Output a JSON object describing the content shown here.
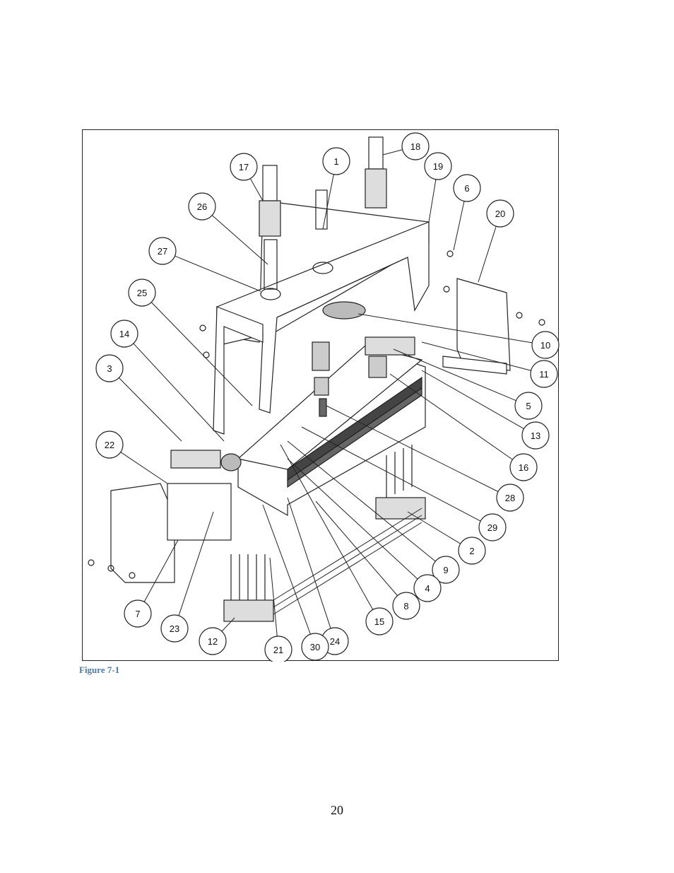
{
  "figure": {
    "caption": "Figure 7-1",
    "caption_color": "#4a7ab0",
    "callouts": [
      {
        "label": "17"
      },
      {
        "label": "1"
      },
      {
        "label": "18"
      },
      {
        "label": "19"
      },
      {
        "label": "6"
      },
      {
        "label": "26"
      },
      {
        "label": "20"
      },
      {
        "label": "27"
      },
      {
        "label": "25"
      },
      {
        "label": "14"
      },
      {
        "label": "10"
      },
      {
        "label": "11"
      },
      {
        "label": "3"
      },
      {
        "label": "5"
      },
      {
        "label": "13"
      },
      {
        "label": "22"
      },
      {
        "label": "16"
      },
      {
        "label": "28"
      },
      {
        "label": "29"
      },
      {
        "label": "2"
      },
      {
        "label": "9"
      },
      {
        "label": "4"
      },
      {
        "label": "8"
      },
      {
        "label": "7"
      },
      {
        "label": "15"
      },
      {
        "label": "23"
      },
      {
        "label": "24"
      },
      {
        "label": "12"
      },
      {
        "label": "30"
      },
      {
        "label": "21"
      }
    ]
  },
  "page": {
    "number": "20"
  }
}
